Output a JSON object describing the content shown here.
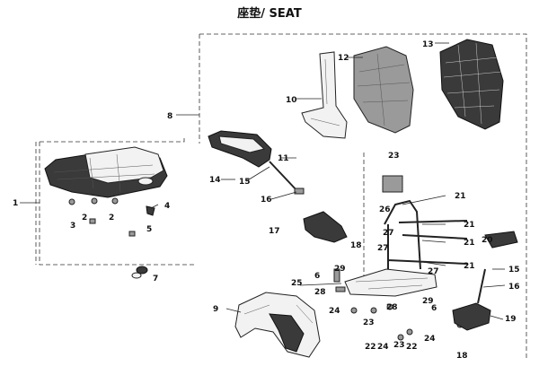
{
  "title": "座垫/ SEAT",
  "callouts": [
    "1",
    "2",
    "2",
    "3",
    "4",
    "5",
    "6",
    "6",
    "7",
    "8",
    "9",
    "10",
    "11",
    "12",
    "13",
    "14",
    "15",
    "15",
    "16",
    "16",
    "17",
    "18",
    "18",
    "19",
    "20",
    "21",
    "21",
    "21",
    "21",
    "22",
    "22",
    "23",
    "23",
    "23",
    "24",
    "24",
    "24",
    "25",
    "26",
    "27",
    "27",
    "27",
    "28",
    "28",
    "29",
    "29"
  ],
  "colors": {
    "line": "#222222",
    "part_fill": "#f2f2f2",
    "dark_fill": "#3a3a3a"
  }
}
